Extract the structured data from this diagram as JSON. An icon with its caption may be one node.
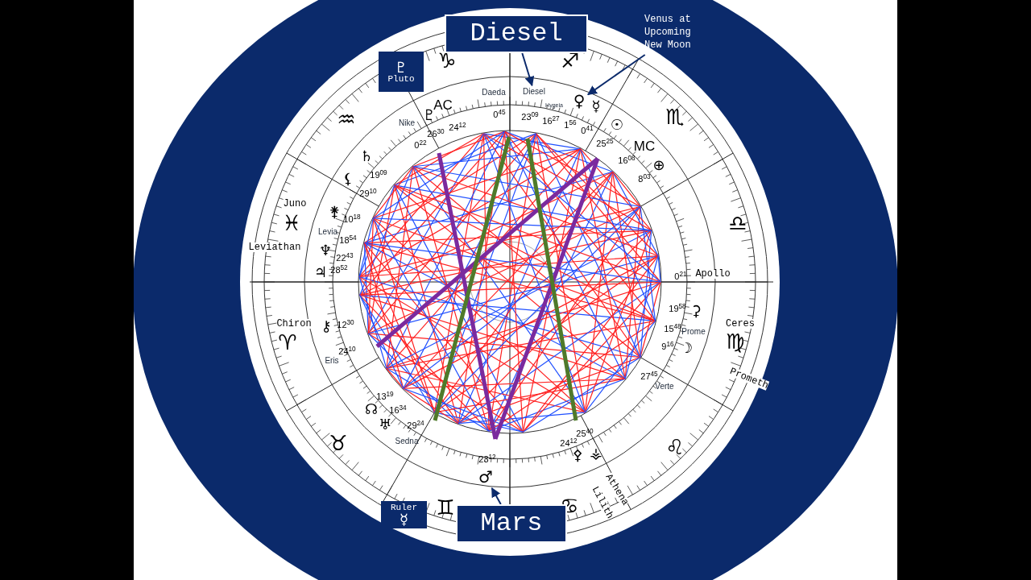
{
  "diagram": {
    "nodes": [
      {
        "text": [
          "Diesel"
        ]
      },
      {
        "text": [
          "Diesel"
        ]
      },
      {
        "text": [
          "Venus at Upcoming New Moon"
        ]
      },
      {
        "text": [
          "♀"
        ]
      },
      {
        "text": [
          "Mars"
        ]
      },
      {
        "text": [
          "♂"
        ]
      },
      {
        "text": [
          "♇",
          "Pluto"
        ]
      },
      {
        "text": [
          "Ruler",
          "☿"
        ]
      }
    ],
    "edges": [
      {
        "from": 0,
        "to": 1,
        "arrow": "to"
      },
      {
        "from": 2,
        "to": 3,
        "arrow": "to"
      },
      {
        "from": 4,
        "to": 5,
        "arrow": "to"
      }
    ],
    "labels": [
      "♑",
      "♐",
      "Daeda",
      "0$^{45}$",
      "23$^{09}$",
      "Hygeia",
      "16$^{27}$",
      "1$^{56}$",
      "0$^{41}$",
      "☿",
      "☉",
      "♏",
      "♒",
      "AC",
      "♇",
      "Nike",
      "0$^{22}$",
      "26$^{30}$",
      "24$^{12}$",
      "25$^{25}$",
      "MC",
      "16$^{08}$",
      "⊕",
      "8$^{03}$",
      "♄",
      "19$^{09}$",
      "⚸",
      "29$^{10}$",
      "Juno",
      "⚵",
      "10$^{18}$",
      "♓",
      "Levia",
      "18$^{54}$",
      "♎",
      "Leviathan",
      "♆",
      "22$^{43}$",
      "♃",
      "28$^{52}$",
      "0$^{21}$",
      "Apollo",
      "19$^{58}$",
      "⚳",
      "Ceres",
      "15$^{48}$",
      "Prome",
      "♍",
      "9$^{16}$",
      "☽",
      "Chiron",
      "⚷",
      "12$^{30}$",
      "♈",
      "Eris",
      "24$^{10}$",
      "Prometh",
      "27$^{45}$",
      "Verte",
      "13$^{19}$",
      "☊",
      "16$^{34}$",
      "♅",
      "29$^{24}$",
      "Sedna",
      "♉",
      "♌",
      "23$^{12}$",
      "24$^{12}$",
      "25$^{40}$",
      "⚴",
      "⚶",
      "♊",
      "♋",
      "Athena",
      "Lilith"
    ]
  }
}
